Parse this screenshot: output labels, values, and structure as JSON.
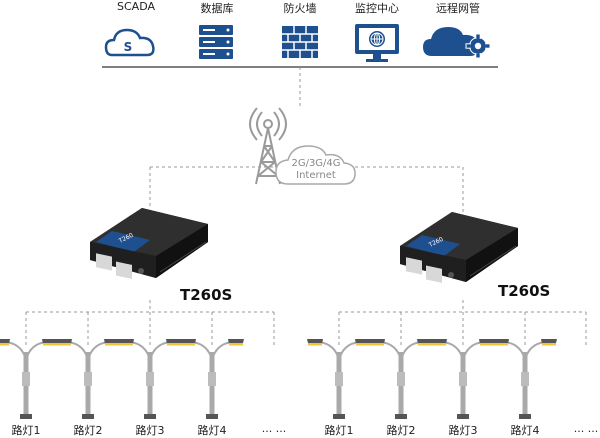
{
  "top_icons": [
    {
      "label": "SCADA",
      "icon": "cloud-s-icon"
    },
    {
      "label": "数据库",
      "icon": "server-icon"
    },
    {
      "label": "防火墙",
      "icon": "firewall-icon"
    },
    {
      "label": "监控中心",
      "icon": "monitor-icon"
    },
    {
      "label": "远程网管",
      "icon": "cloud-gear-icon"
    }
  ],
  "scada_badge": "S",
  "network": {
    "line1": "2G/3G/4G",
    "line2": "Internet",
    "icon": "antenna-tower-icon"
  },
  "routers": [
    {
      "model": "T260S",
      "badge": "T260"
    },
    {
      "model": "T260S",
      "badge": "T260"
    }
  ],
  "groups": [
    {
      "lights": [
        "路灯1",
        "路灯2",
        "路灯3",
        "路灯4"
      ],
      "more": "... ..."
    },
    {
      "lights": [
        "路灯1",
        "路灯2",
        "路灯3",
        "路灯4"
      ],
      "more": "... ..."
    }
  ],
  "colors": {
    "accent": "#1e4f8f",
    "line": "#9a9a9a",
    "lamp": "#f3c63a",
    "pole": "#a9a9a9"
  }
}
